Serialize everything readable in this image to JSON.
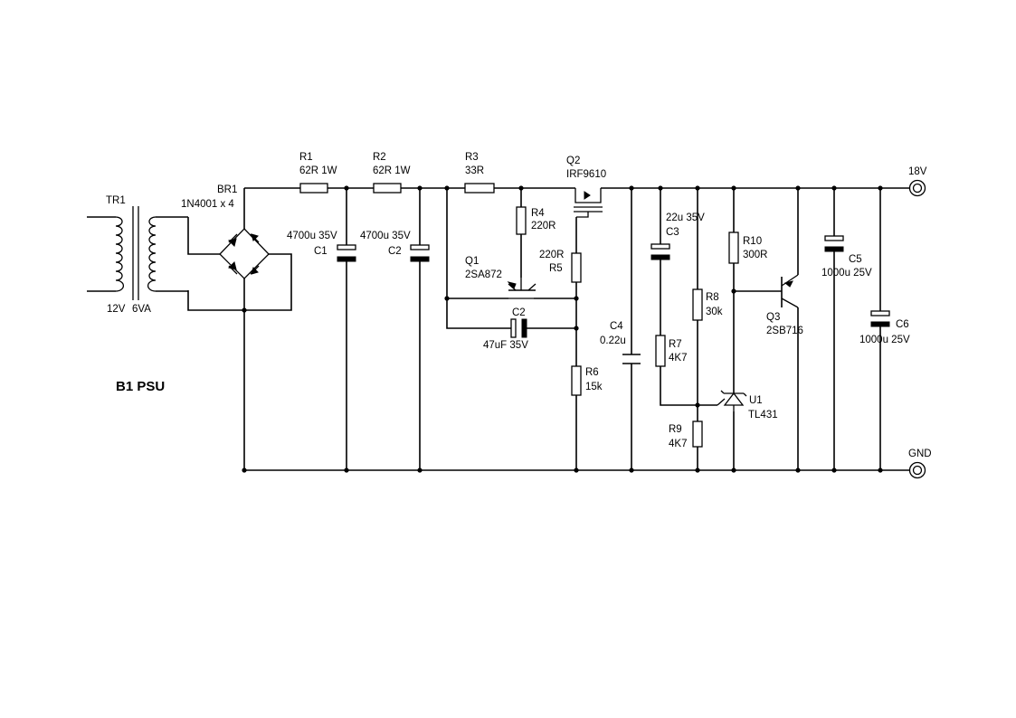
{
  "title": "B1 PSU",
  "components": {
    "tr1": {
      "ref": "TR1",
      "primary": "12V",
      "rating": "6VA"
    },
    "br1": {
      "ref": "BR1",
      "value": "1N4001 x 4"
    },
    "r1": {
      "ref": "R1",
      "value": "62R 1W"
    },
    "r2": {
      "ref": "R2",
      "value": "62R 1W"
    },
    "r3": {
      "ref": "R3",
      "value": "33R"
    },
    "r4": {
      "ref": "R4",
      "value": "220R"
    },
    "r5": {
      "ref": "R5",
      "value": "220R"
    },
    "r6": {
      "ref": "R6",
      "value": "15k"
    },
    "r7": {
      "ref": "R7",
      "value": "4K7"
    },
    "r8": {
      "ref": "R8",
      "value": "30k"
    },
    "r9": {
      "ref": "R9",
      "value": "4K7"
    },
    "r10": {
      "ref": "R10",
      "value": "300R"
    },
    "c1": {
      "ref": "C1",
      "value": "4700u 35V"
    },
    "c2": {
      "ref": "C2",
      "value": "4700u 35V"
    },
    "c2b": {
      "ref": "C2",
      "value": "47uF 35V"
    },
    "c3": {
      "ref": "C3",
      "value": "22u 35V"
    },
    "c4": {
      "ref": "C4",
      "value": "0.22u"
    },
    "c5": {
      "ref": "C5",
      "value": "1000u 25V"
    },
    "c6": {
      "ref": "C6",
      "value": "1000u 25V"
    },
    "q1": {
      "ref": "Q1",
      "value": "2SA872"
    },
    "q2": {
      "ref": "Q2",
      "value": "IRF9610"
    },
    "q3": {
      "ref": "Q3",
      "value": "2SB716"
    },
    "u1": {
      "ref": "U1",
      "value": "TL431"
    }
  },
  "terminals": {
    "out": "18V",
    "gnd": "GND"
  }
}
